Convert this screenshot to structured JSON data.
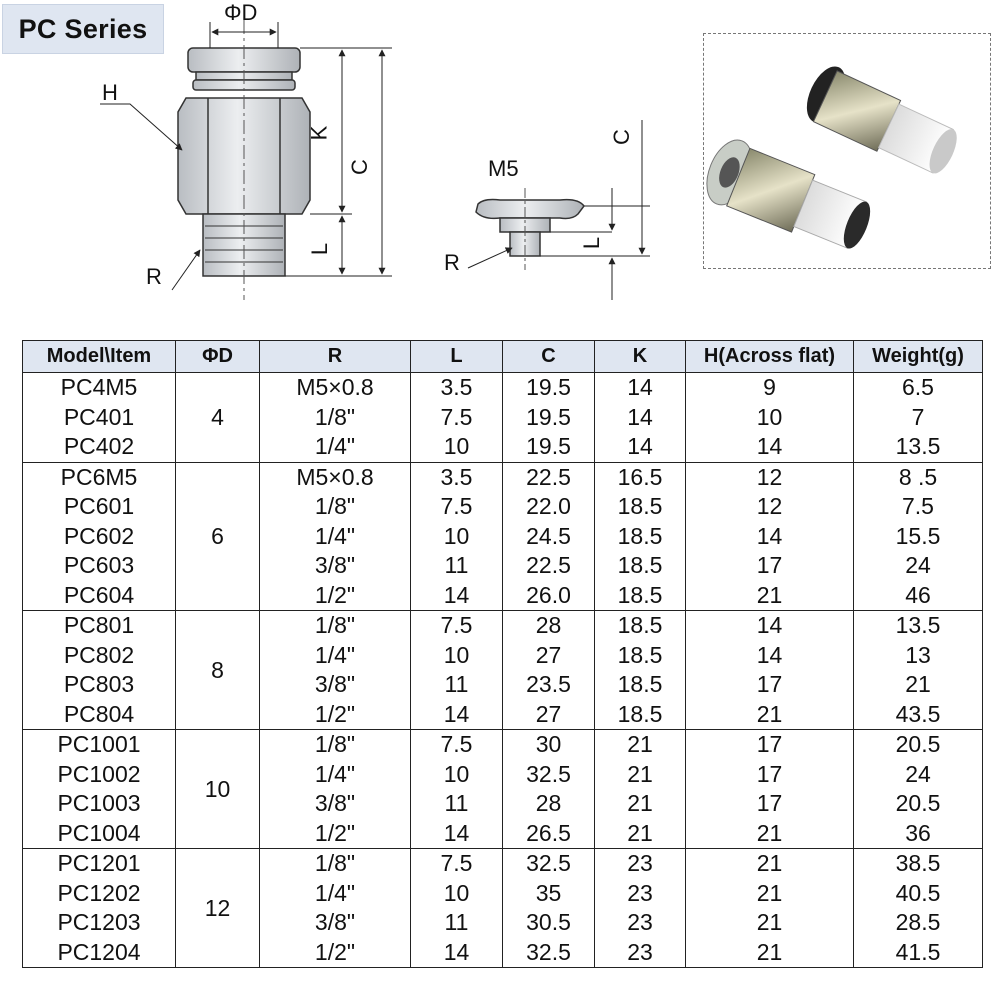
{
  "title": "PC Series",
  "drawing_labels": {
    "phi_d": "ΦD",
    "h": "H",
    "k": "K",
    "c": "C",
    "l": "L",
    "r": "R",
    "m5": "M5",
    "c2": "C",
    "l2": "L",
    "r2": "R"
  },
  "table": {
    "headers": [
      "Model\\Item",
      "ΦD",
      "R",
      "L",
      "C",
      "K",
      "H(Across flat)",
      "Weight(g)"
    ],
    "groups": [
      {
        "od": "4",
        "rows": [
          [
            "PC4M5",
            "M5×0.8",
            "3.5",
            "19.5",
            "14",
            "9",
            "6.5"
          ],
          [
            "PC401",
            "1/8\"",
            "7.5",
            "19.5",
            "14",
            "10",
            "7"
          ],
          [
            "PC402",
            "1/4\"",
            "10",
            "19.5",
            "14",
            "14",
            "13.5"
          ]
        ]
      },
      {
        "od": "6",
        "rows": [
          [
            "PC6M5",
            "M5×0.8",
            "3.5",
            "22.5",
            "16.5",
            "12",
            "8 .5"
          ],
          [
            "PC601",
            "1/8\"",
            "7.5",
            "22.0",
            "18.5",
            "12",
            "7.5"
          ],
          [
            "PC602",
            "1/4\"",
            "10",
            "24.5",
            "18.5",
            "14",
            "15.5"
          ],
          [
            "PC603",
            "3/8\"",
            "11",
            "22.5",
            "18.5",
            "17",
            "24"
          ],
          [
            "PC604",
            "1/2\"",
            "14",
            "26.0",
            "18.5",
            "21",
            "46"
          ]
        ]
      },
      {
        "od": "8",
        "rows": [
          [
            "PC801",
            "1/8\"",
            "7.5",
            "28",
            "18.5",
            "14",
            "13.5"
          ],
          [
            "PC802",
            "1/4\"",
            "10",
            "27",
            "18.5",
            "14",
            "13"
          ],
          [
            "PC803",
            "3/8\"",
            "11",
            "23.5",
            "18.5",
            "17",
            "21"
          ],
          [
            "PC804",
            "1/2\"",
            "14",
            "27",
            "18.5",
            "21",
            "43.5"
          ]
        ]
      },
      {
        "od": "10",
        "rows": [
          [
            "PC1001",
            "1/8\"",
            "7.5",
            "30",
            "21",
            "17",
            "20.5"
          ],
          [
            "PC1002",
            "1/4\"",
            "10",
            "32.5",
            "21",
            "17",
            "24"
          ],
          [
            "PC1003",
            "3/8\"",
            "11",
            "28",
            "21",
            "17",
            "20.5"
          ],
          [
            "PC1004",
            "1/2\"",
            "14",
            "26.5",
            "21",
            "21",
            "36"
          ]
        ]
      },
      {
        "od": "12",
        "rows": [
          [
            "PC1201",
            "1/8\"",
            "7.5",
            "32.5",
            "23",
            "21",
            "38.5"
          ],
          [
            "PC1202",
            "1/4\"",
            "10",
            "35",
            "23",
            "21",
            "40.5"
          ],
          [
            "PC1203",
            "3/8\"",
            "11",
            "30.5",
            "23",
            "21",
            "28.5"
          ],
          [
            "PC1204",
            "1/2\"",
            "14",
            "32.5",
            "23",
            "21",
            "41.5"
          ]
        ]
      }
    ]
  },
  "colors": {
    "header_bg": "#dfe6f1",
    "metal": "#cfd2d6",
    "border": "#222222"
  }
}
